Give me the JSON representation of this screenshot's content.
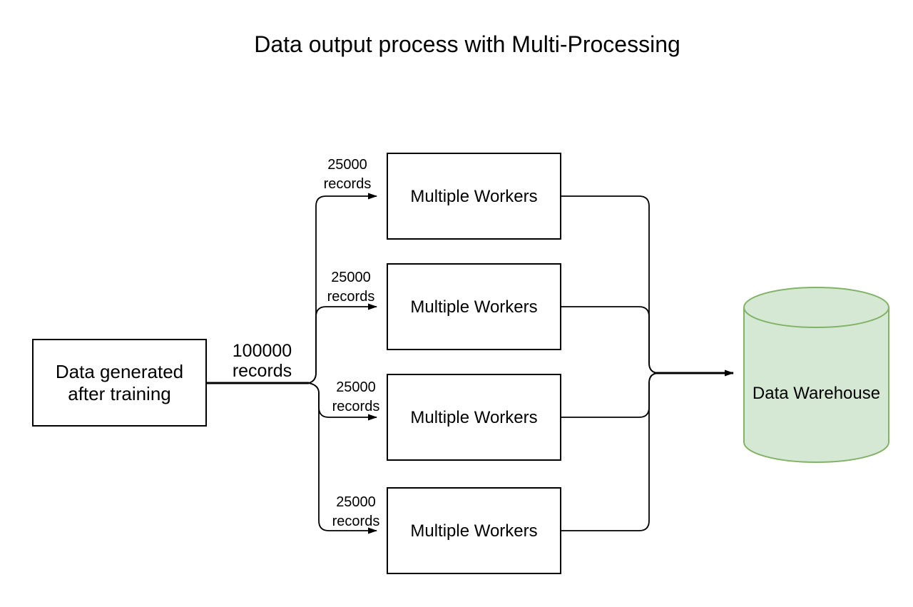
{
  "diagram": {
    "title": "Data output process with Multi-Processing",
    "background_color": "#ffffff",
    "line_color": "#000000",
    "source_node": {
      "label": "Data generated after training"
    },
    "main_edge_label": {
      "line1": "100000",
      "line2": "records"
    },
    "branch_edges": [
      {
        "label_line1": "25000",
        "label_line2": "records"
      },
      {
        "label_line1": "25000",
        "label_line2": "records"
      },
      {
        "label_line1": "25000",
        "label_line2": "records"
      },
      {
        "label_line1": "25000",
        "label_line2": "records"
      }
    ],
    "worker_nodes": [
      {
        "label": "Multiple Workers"
      },
      {
        "label": "Multiple Workers"
      },
      {
        "label": "Multiple Workers"
      },
      {
        "label": "Multiple Workers"
      }
    ],
    "warehouse_node": {
      "label": "Data Warehouse",
      "fill_color": "#d5e8d4",
      "stroke_color": "#82b366"
    }
  }
}
